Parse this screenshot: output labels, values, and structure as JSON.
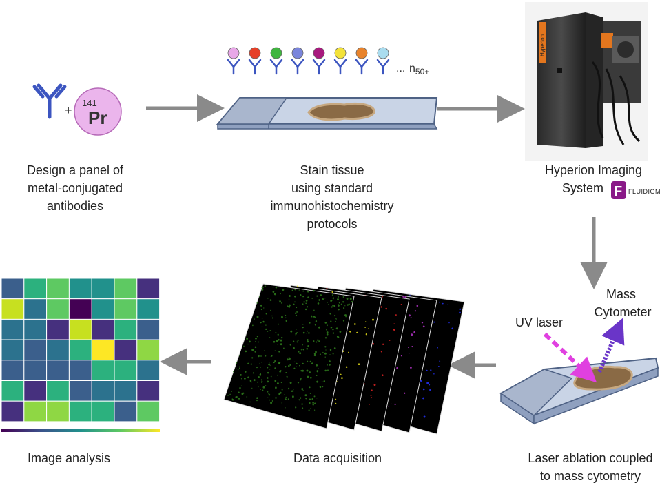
{
  "steps": {
    "design": {
      "lines": [
        "Design a panel of",
        "metal-conjugated",
        "antibodies"
      ]
    },
    "stain": {
      "lines": [
        "Stain tissue",
        "using standard",
        "immunohistochemistry",
        "protocols"
      ]
    },
    "hyperion": {
      "lines": [
        "Hyperion Imaging",
        "System"
      ]
    },
    "ablation": {
      "lines": [
        "Laser ablation coupled",
        "to mass cytometry"
      ]
    },
    "acquisition": {
      "lines": [
        "Data acquisition"
      ]
    },
    "analysis": {
      "lines": [
        "Image analysis"
      ]
    }
  },
  "metal": {
    "mass": "141",
    "symbol": "Pr",
    "plus": "+"
  },
  "antibody_panel": {
    "colors": [
      "#e8a7e8",
      "#e64027",
      "#3fb53f",
      "#7a85dc",
      "#a8197e",
      "#f3e23a",
      "#e8832c",
      "#a9dcef"
    ],
    "ellipsis": "...",
    "count_base": "n",
    "count_sub": "50+"
  },
  "instrument": {
    "brand_text": "Hyperion",
    "logo_text": "FLUIDIGM",
    "logo_mark": "F"
  },
  "ablation_labels": {
    "uv": "UV laser",
    "mass_lines": [
      "Mass",
      "Cytometer"
    ]
  },
  "heatmap": {
    "colors": [
      [
        "#3b5f8c",
        "#2cb17e",
        "#5ec962",
        "#21918c",
        "#21918c",
        "#5ec962",
        "#46307e"
      ],
      [
        "#c7e020",
        "#2c728e",
        "#5ec962",
        "#440154",
        "#21918c",
        "#5ec962",
        "#21918c"
      ],
      [
        "#2c728e",
        "#2c728e",
        "#46307e",
        "#c7e020",
        "#46307e",
        "#2cb17e",
        "#3b5f8c"
      ],
      [
        "#2c728e",
        "#3b5f8c",
        "#2c728e",
        "#2cb17e",
        "#fde725",
        "#46307e",
        "#8fd744"
      ],
      [
        "#3b5f8c",
        "#3b5f8c",
        "#3b5f8c",
        "#3b5f8c",
        "#2cb17e",
        "#2cb17e",
        "#2c728e"
      ],
      [
        "#2cb17e",
        "#46307e",
        "#2cb17e",
        "#3b5f8c",
        "#2c728e",
        "#2c728e",
        "#46307e"
      ],
      [
        "#46307e",
        "#8fd744",
        "#8fd744",
        "#2cb17e",
        "#2cb17e",
        "#3b5f8c",
        "#5ec962"
      ]
    ]
  },
  "channel_colors": [
    "#2f7d1c",
    "#e7e01a",
    "#e12323",
    "#b434c8",
    "#2433ff"
  ],
  "colors": {
    "arrow": "#8a8a8a",
    "slide": "#b9c6dc",
    "slide_edge": "#4f6285",
    "tissue": "#8a6a45",
    "uv": "#e040e0",
    "ms": "#6a35c8",
    "fluidigm": "#8a1a88"
  }
}
